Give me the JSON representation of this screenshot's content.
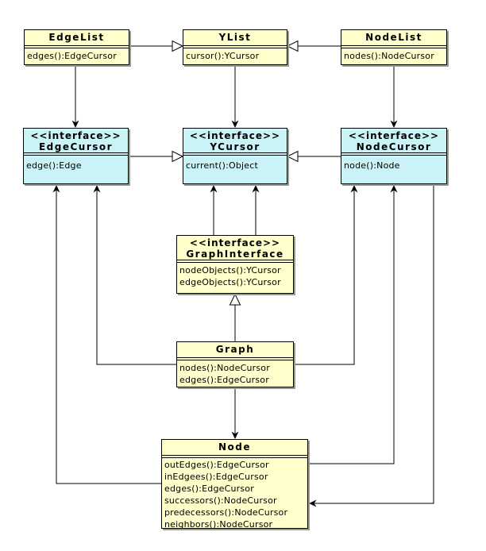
{
  "diagram": {
    "title": "Graph structure UML class diagram",
    "colors": {
      "background": "#FFFFFF",
      "class_fill": "#FFFFCC",
      "interface_fill": "#C9F3F6",
      "line": "#000000",
      "shadow": "#9a9a8e"
    },
    "classes": [
      {
        "name": "EdgeList",
        "stereotype": "",
        "methods": [
          "edges():EdgeCursor"
        ]
      },
      {
        "name": "YList",
        "stereotype": "",
        "methods": [
          "cursor():YCursor"
        ]
      },
      {
        "name": "NodeList",
        "stereotype": "",
        "methods": [
          "nodes():NodeCursor"
        ]
      },
      {
        "name": "EdgeCursor",
        "stereotype": "<<interface>>",
        "methods": [
          "edge():Edge"
        ]
      },
      {
        "name": "YCursor",
        "stereotype": "<<interface>>",
        "methods": [
          "current():Object"
        ]
      },
      {
        "name": "NodeCursor",
        "stereotype": "<<interface>>",
        "methods": [
          "node():Node"
        ]
      },
      {
        "name": "GraphInterface",
        "stereotype": "<<interface>>",
        "methods": [
          "nodeObjects():YCursor",
          "edgeObjects():YCursor"
        ]
      },
      {
        "name": "Graph",
        "stereotype": "",
        "methods": [
          "nodes():NodeCursor",
          "edges():EdgeCursor"
        ]
      },
      {
        "name": "Node",
        "stereotype": "",
        "methods": [
          "outEdges():EdgeCursor",
          "inEdgees():EdgeCursor",
          "edges():EdgeCursor",
          "successors():NodeCursor",
          "predecessors():NodeCursor",
          "neighbors():NodeCursor"
        ]
      }
    ],
    "relations": [
      {
        "from": "EdgeList",
        "to": "YList",
        "type": "generalization"
      },
      {
        "from": "NodeList",
        "to": "YList",
        "type": "generalization"
      },
      {
        "from": "EdgeCursor",
        "to": "YCursor",
        "type": "generalization"
      },
      {
        "from": "NodeCursor",
        "to": "YCursor",
        "type": "generalization"
      },
      {
        "from": "Graph",
        "to": "GraphInterface",
        "type": "generalization"
      },
      {
        "from": "EdgeList",
        "to": "EdgeCursor",
        "type": "association"
      },
      {
        "from": "YList",
        "to": "YCursor",
        "type": "association"
      },
      {
        "from": "NodeList",
        "to": "NodeCursor",
        "type": "association"
      },
      {
        "from": "GraphInterface",
        "to": "YCursor",
        "type": "association"
      },
      {
        "from": "GraphInterface",
        "to": "YCursor",
        "type": "association"
      },
      {
        "from": "Graph",
        "to": "EdgeCursor",
        "type": "association"
      },
      {
        "from": "Graph",
        "to": "NodeCursor",
        "type": "association"
      },
      {
        "from": "Graph",
        "to": "Node",
        "type": "association"
      },
      {
        "from": "Node",
        "to": "EdgeCursor",
        "type": "association"
      },
      {
        "from": "Node",
        "to": "NodeCursor",
        "type": "association"
      },
      {
        "from": "NodeCursor",
        "to": "Node",
        "type": "association"
      }
    ]
  }
}
